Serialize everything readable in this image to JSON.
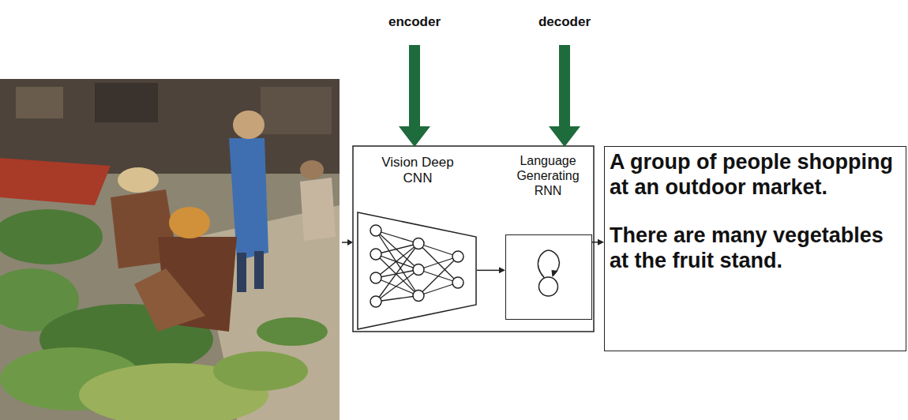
{
  "diagram": {
    "nodes": [
      {
        "text": [
          "Vision Deep CNN"
        ]
      },
      {
        "text": [
          "Language Generating RNN"
        ]
      },
      {
        "text": [
          "A group of people shopping at an outdoor market.",
          "There are many vegetables at the fruit stand."
        ]
      }
    ],
    "edges": [
      {
        "from": 0,
        "to": 1,
        "arrow": "to"
      },
      {
        "from": 1,
        "to": 2,
        "arrow": "to"
      }
    ],
    "labels": [
      "encoder",
      "decoder"
    ]
  }
}
